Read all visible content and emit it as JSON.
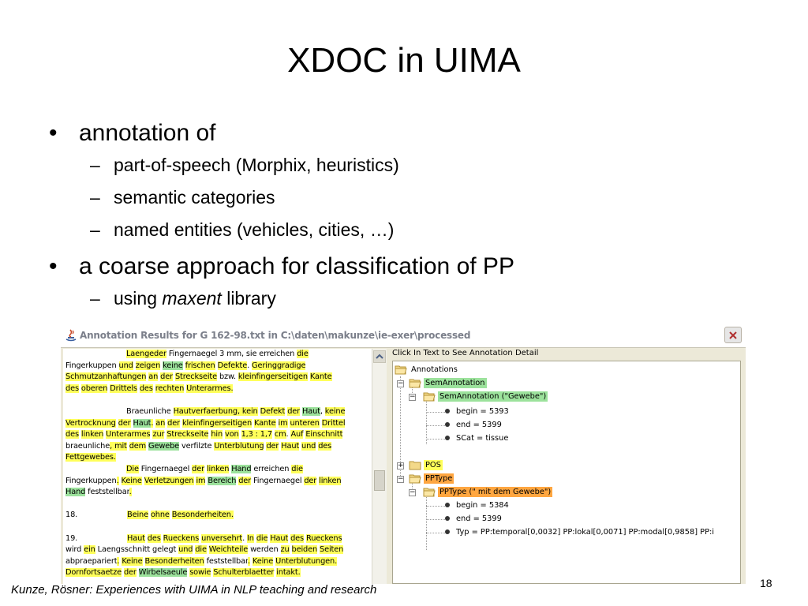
{
  "slide": {
    "title": "XDOC in UIMA",
    "footer": "Kunze, Rösner: Experiences with UIMA in NLP teaching and research",
    "page_number": "18"
  },
  "bullets": {
    "b1": "annotation of",
    "b1_1": "part-of-speech (Morphix, heuristics)",
    "b1_2": "semantic categories",
    "b1_3": "named entities (vehicles, cities, …)",
    "b2": "a coarse approach for classification of PP",
    "b2_1_pre": "using ",
    "b2_1_em": "maxent",
    "b2_1_post": " library",
    "marker1": "•",
    "marker2": "–"
  },
  "window": {
    "title": "Annotation Results for G 162-98.txt in C:\\daten\\makunze\\ie-exer\\processed",
    "tree_header": "Click In Text to See Annotation Detail",
    "colors": {
      "pos": "#ffff5a",
      "sem": "#9ce29c",
      "pp": "#ffa640"
    }
  },
  "doc_lines": [
    {
      "ind": true,
      "segs": [
        [
          "y",
          "Laenge"
        ],
        [
          "",
          ""
        ],
        [
          "y",
          "der"
        ],
        [
          "",
          " Fingernaegel 3 mm, sie erreichen "
        ],
        [
          "y",
          "die"
        ]
      ]
    },
    {
      "ind": false,
      "segs": [
        [
          "",
          "Fingerkuppen "
        ],
        [
          "y",
          "und"
        ],
        [
          "",
          " "
        ],
        [
          "y",
          "zeigen"
        ],
        [
          "",
          " "
        ],
        [
          "g",
          "keine"
        ],
        [
          "",
          " "
        ],
        [
          "y",
          "frischen"
        ],
        [
          "",
          " "
        ],
        [
          "y",
          "Defekte"
        ],
        [
          "",
          "."
        ],
        [
          "",
          " "
        ],
        [
          "y",
          "Geringgradige"
        ]
      ]
    },
    {
      "ind": false,
      "segs": [
        [
          "y",
          "Schmutzanhaftungen"
        ],
        [
          "",
          " "
        ],
        [
          "y",
          "an"
        ],
        [
          "",
          " "
        ],
        [
          "y",
          "der"
        ],
        [
          "",
          " "
        ],
        [
          "y",
          "Streckseite"
        ],
        [
          "",
          " bzw. "
        ],
        [
          "y",
          "kleinfingerseitigen"
        ],
        [
          "",
          " "
        ],
        [
          "y",
          "Kante"
        ]
      ]
    },
    {
      "ind": false,
      "segs": [
        [
          "y",
          "des"
        ],
        [
          "",
          " "
        ],
        [
          "y",
          "oberen"
        ],
        [
          "",
          " "
        ],
        [
          "y",
          "Drittels"
        ],
        [
          "",
          " "
        ],
        [
          "y",
          "des"
        ],
        [
          "",
          " "
        ],
        [
          "y",
          "rechten"
        ],
        [
          "",
          " "
        ],
        [
          "y",
          "Unterarmes."
        ]
      ]
    },
    {
      "ind": false,
      "segs": [
        [
          "",
          ""
        ]
      ]
    },
    {
      "ind": true,
      "segs": [
        [
          "",
          "Braeunliche "
        ],
        [
          "y",
          "Hautverfaerbung"
        ],
        [
          "y",
          ", "
        ],
        [
          "y",
          "kein"
        ],
        [
          "",
          " "
        ],
        [
          "y",
          "Defekt"
        ],
        [
          "",
          " "
        ],
        [
          "y",
          "der"
        ],
        [
          "",
          " "
        ],
        [
          "g",
          "Haut"
        ],
        [
          "",
          ", "
        ],
        [
          "y",
          "keine"
        ]
      ]
    },
    {
      "ind": false,
      "segs": [
        [
          "y",
          "Vertrocknung"
        ],
        [
          "",
          " "
        ],
        [
          "y",
          "der"
        ],
        [
          "",
          " "
        ],
        [
          "g",
          "Haut"
        ],
        [
          "y",
          "."
        ],
        [
          "",
          " "
        ],
        [
          "y",
          "an"
        ],
        [
          "",
          " "
        ],
        [
          "y",
          "der"
        ],
        [
          "",
          " "
        ],
        [
          "y",
          "kleinfingerseitigen"
        ],
        [
          "",
          " "
        ],
        [
          "y",
          "Kante"
        ],
        [
          "",
          " "
        ],
        [
          "y",
          "im"
        ],
        [
          "",
          " "
        ],
        [
          "y",
          "unteren"
        ],
        [
          "",
          " "
        ],
        [
          "y",
          "Drittel"
        ]
      ]
    },
    {
      "ind": false,
      "segs": [
        [
          "y",
          "des"
        ],
        [
          "",
          " "
        ],
        [
          "y",
          "linken"
        ],
        [
          "",
          " "
        ],
        [
          "y",
          "Unterarmes"
        ],
        [
          "",
          " "
        ],
        [
          "y",
          "zur"
        ],
        [
          "",
          " "
        ],
        [
          "y",
          "Streckseite"
        ],
        [
          "",
          " "
        ],
        [
          "y",
          "hin"
        ],
        [
          "",
          " "
        ],
        [
          "y",
          "von"
        ],
        [
          "",
          " "
        ],
        [
          "y",
          "1,3 : 1,7"
        ],
        [
          "",
          " "
        ],
        [
          "y",
          "cm"
        ],
        [
          "",
          ". "
        ],
        [
          "y",
          "Auf"
        ],
        [
          "",
          " "
        ],
        [
          "y",
          "Einschnitt"
        ]
      ]
    },
    {
      "ind": false,
      "segs": [
        [
          "",
          "braeunliche"
        ],
        [
          "y",
          ", "
        ],
        [
          "y",
          "mit"
        ],
        [
          "",
          " "
        ],
        [
          "y",
          "dem"
        ],
        [
          "",
          " "
        ],
        [
          "g",
          "Gewebe"
        ],
        [
          "",
          " verfilzte "
        ],
        [
          "y",
          "Unterblutung"
        ],
        [
          "",
          " "
        ],
        [
          "y",
          "der"
        ],
        [
          "",
          " "
        ],
        [
          "y",
          "Haut"
        ],
        [
          "",
          " "
        ],
        [
          "y",
          "und"
        ],
        [
          "",
          " "
        ],
        [
          "y",
          "des"
        ]
      ]
    },
    {
      "ind": false,
      "segs": [
        [
          "y",
          "Fettgewebes."
        ]
      ]
    },
    {
      "ind": true,
      "segs": [
        [
          "y",
          "Die"
        ],
        [
          "",
          " Fingernaegel "
        ],
        [
          "y",
          "der"
        ],
        [
          "",
          " "
        ],
        [
          "y",
          "linken"
        ],
        [
          "",
          " "
        ],
        [
          "g",
          "Hand"
        ],
        [
          "",
          " erreichen "
        ],
        [
          "y",
          "die"
        ]
      ]
    },
    {
      "ind": false,
      "segs": [
        [
          "",
          "Fingerkuppen"
        ],
        [
          "y",
          "."
        ],
        [
          "",
          " "
        ],
        [
          "y",
          "Keine"
        ],
        [
          "",
          " "
        ],
        [
          "y",
          "Verletzungen"
        ],
        [
          "",
          " "
        ],
        [
          "y",
          "im"
        ],
        [
          "",
          " "
        ],
        [
          "g",
          "Bereich"
        ],
        [
          "",
          " "
        ],
        [
          "y",
          "der"
        ],
        [
          "",
          " Fingernaegel "
        ],
        [
          "y",
          "der"
        ],
        [
          "",
          " "
        ],
        [
          "y",
          "linken"
        ]
      ]
    },
    {
      "ind": false,
      "segs": [
        [
          "g",
          "Hand"
        ],
        [
          "",
          " feststellbar"
        ],
        [
          "y",
          "."
        ]
      ]
    },
    {
      "ind": false,
      "segs": [
        [
          "",
          ""
        ]
      ]
    },
    {
      "ind": false,
      "num": "18.",
      "segs": [
        [
          "y",
          "Beine"
        ],
        [
          "",
          " "
        ],
        [
          "y",
          "ohne"
        ],
        [
          "",
          " "
        ],
        [
          "y",
          "Besonderheiten."
        ]
      ]
    },
    {
      "ind": false,
      "segs": [
        [
          "",
          ""
        ]
      ]
    },
    {
      "ind": false,
      "num": "19.",
      "segs": [
        [
          "y",
          "Haut"
        ],
        [
          "",
          " "
        ],
        [
          "y",
          "des"
        ],
        [
          "",
          " "
        ],
        [
          "y",
          "Rueckens"
        ],
        [
          "",
          " "
        ],
        [
          "y",
          "unversehrt"
        ],
        [
          "",
          "."
        ],
        [
          "",
          " "
        ],
        [
          "y",
          "In"
        ],
        [
          "",
          " "
        ],
        [
          "y",
          "die"
        ],
        [
          "",
          " "
        ],
        [
          "y",
          "Haut"
        ],
        [
          "",
          " "
        ],
        [
          "y",
          "des"
        ],
        [
          "",
          " "
        ],
        [
          "y",
          "Rueckens"
        ]
      ]
    },
    {
      "ind": false,
      "segs": [
        [
          "",
          "wird "
        ],
        [
          "y",
          "ein"
        ],
        [
          "",
          " Laengsschnitt gelegt "
        ],
        [
          "y",
          "und"
        ],
        [
          "",
          " "
        ],
        [
          "y",
          "die"
        ],
        [
          "",
          " "
        ],
        [
          "y",
          "Weichteile"
        ],
        [
          "",
          " werden "
        ],
        [
          "y",
          "zu"
        ],
        [
          "",
          " "
        ],
        [
          "y",
          "beiden"
        ],
        [
          "",
          " "
        ],
        [
          "y",
          "Seiten"
        ]
      ]
    },
    {
      "ind": false,
      "segs": [
        [
          "",
          "abpraepariert"
        ],
        [
          "y",
          "."
        ],
        [
          "",
          " "
        ],
        [
          "y",
          "Keine"
        ],
        [
          "",
          " "
        ],
        [
          "y",
          "Besonderheiten"
        ],
        [
          "",
          " feststellbar"
        ],
        [
          "y",
          "."
        ],
        [
          "",
          " "
        ],
        [
          "y",
          "Keine"
        ],
        [
          "",
          " "
        ],
        [
          "y",
          "Unterblutungen."
        ]
      ]
    },
    {
      "ind": false,
      "segs": [
        [
          "y",
          "Dornfortsaetze"
        ],
        [
          "",
          " "
        ],
        [
          "y",
          "der"
        ],
        [
          "",
          " "
        ],
        [
          "g",
          "Wirbelsaeule"
        ],
        [
          "",
          " "
        ],
        [
          "y",
          "sowie"
        ],
        [
          "",
          " "
        ],
        [
          "y",
          "Schulterblaetter"
        ],
        [
          "",
          " "
        ],
        [
          "y",
          "intakt."
        ]
      ]
    }
  ],
  "tree": {
    "annotations": "Annotations",
    "semannotation": "SemAnnotation",
    "semannotation_item": "SemAnnotation (\"Gewebe\")",
    "sem_begin": "begin = 5393",
    "sem_end": "end = 5399",
    "sem_scat": "SCat = tissue",
    "pos": "POS",
    "pptype": "PPType",
    "pptype_item": "PPType (\" mit dem Gewebe\")",
    "pp_begin": "begin = 5384",
    "pp_end": "end = 5399",
    "pp_typ": "Typ = PP:temporal[0,0032]  PP:lokal[0,0071]  PP:modal[0,9858]  PP:i",
    "minus": "−",
    "plus": "+"
  }
}
